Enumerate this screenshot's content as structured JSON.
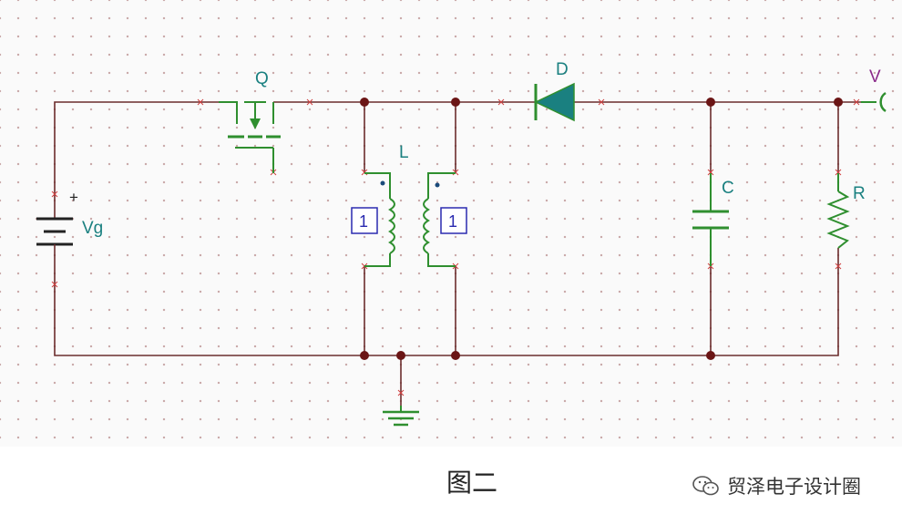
{
  "diagram": {
    "components": {
      "source": {
        "name": "Vg",
        "polarity": "+"
      },
      "switch": {
        "name": "Q"
      },
      "inductor": {
        "name": "L",
        "primary_turns": "1",
        "secondary_turns": "1"
      },
      "diode": {
        "name": "D"
      },
      "capacitor": {
        "name": "C"
      },
      "resistor": {
        "name": "R"
      },
      "output": {
        "name": "V"
      }
    }
  },
  "caption": "图二",
  "watermark": {
    "text": "贸泽电子设计圈",
    "icon": "wechat-icon"
  },
  "colors": {
    "wire": "#6b2c2c",
    "component": "#2f8f2f",
    "label": "#1a8080",
    "probe": "#8a2a8a",
    "ratio": "#2a2ab0",
    "grid": "#c9a8a8"
  }
}
